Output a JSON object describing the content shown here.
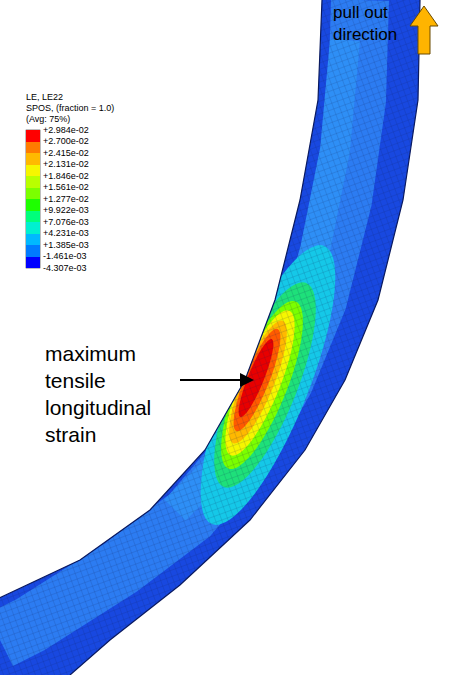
{
  "diagram": {
    "labels": [
      "pull out direction",
      "maximum tensile longitudinal strain",
      "LE, LE22",
      "SPOS, (fraction = 1.0)",
      "(Avg: 75%)",
      "-4.307e-03"
    ],
    "legend": [
      {
        "text": "+2.984e-02",
        "color": "#ff0000"
      },
      {
        "text": "+2.700e-02",
        "color": "#ff7b00"
      },
      {
        "text": "+2.415e-02",
        "color": "#ffb900"
      },
      {
        "text": "+2.131e-02",
        "color": "#f6f600"
      },
      {
        "text": "+1.846e-02",
        "color": "#b9ff00"
      },
      {
        "text": "+1.561e-02",
        "color": "#7bff00"
      },
      {
        "text": "+1.277e-02",
        "color": "#1eff00"
      },
      {
        "text": "+9.922e-03",
        "color": "#00ff7b"
      },
      {
        "text": "+7.076e-03",
        "color": "#00f0d0"
      },
      {
        "text": "+4.231e-03",
        "color": "#00b9ff"
      },
      {
        "text": "+1.385e-03",
        "color": "#007bff"
      },
      {
        "text": "-1.461e-03",
        "color": "#0000ff"
      }
    ]
  }
}
